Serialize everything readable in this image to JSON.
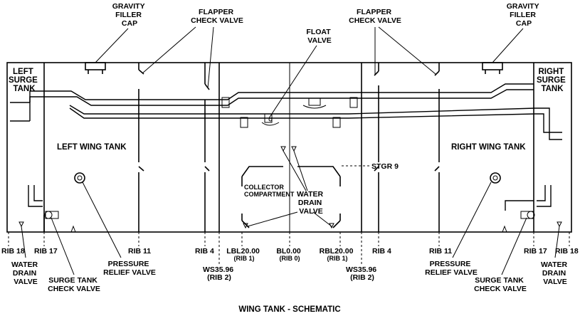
{
  "title": "WING TANK - SCHEMATIC",
  "callouts": {
    "gravity_filler_cap_left": [
      "GRAVITY",
      "FILLER",
      "CAP"
    ],
    "gravity_filler_cap_right": [
      "GRAVITY",
      "FILLER",
      "CAP"
    ],
    "flapper_check_valve_left": [
      "FLAPPER",
      "CHECK VALVE"
    ],
    "flapper_check_valve_right": [
      "FLAPPER",
      "CHECK VALVE"
    ],
    "float_valve": [
      "FLOAT",
      "VALVE"
    ],
    "stgr": "STGR 9",
    "collector_compartment": [
      "COLLECTOR",
      "COMPARTMENT"
    ],
    "water_drain_valve_center": [
      "WATER",
      "DRAIN",
      "VALVE"
    ],
    "water_drain_valve_left": [
      "WATER",
      "DRAIN",
      "VALVE"
    ],
    "water_drain_valve_right": [
      "WATER",
      "DRAIN",
      "VALVE"
    ],
    "surge_tank_check_valve_left": [
      "SURGE TANK",
      "CHECK VALVE"
    ],
    "surge_tank_check_valve_right": [
      "SURGE TANK",
      "CHECK VALVE"
    ],
    "pressure_relief_valve_left": [
      "PRESSURE",
      "RELIEF VALVE"
    ],
    "pressure_relief_valve_right": [
      "PRESSURE",
      "RELIEF VALVE"
    ]
  },
  "tanks": {
    "left_surge": [
      "LEFT",
      "SURGE",
      "TANK"
    ],
    "right_surge": [
      "RIGHT",
      "SURGE",
      "TANK"
    ],
    "left_wing": "LEFT WING TANK",
    "right_wing": "RIGHT WING TANK"
  },
  "ribs": {
    "rib18_left": "RIB 18",
    "rib17_left": "RIB 17",
    "rib11_left": "RIB 11",
    "rib4_left": "RIB 4",
    "ws_left": [
      "WS35.96",
      "(RIB 2)"
    ],
    "lbl": [
      "LBL20.00",
      "(RIB 1)"
    ],
    "bl": [
      "BL0.00",
      "(RIB 0)"
    ],
    "rbl": [
      "RBL20.00",
      "(RIB 1)"
    ],
    "ws_right": [
      "WS35.96",
      "(RIB 2)"
    ],
    "rib4_right": "RIB 4",
    "rib11_right": "RIB 11",
    "rib17_right": "RIB 17",
    "rib18_right": "RIB 18"
  }
}
